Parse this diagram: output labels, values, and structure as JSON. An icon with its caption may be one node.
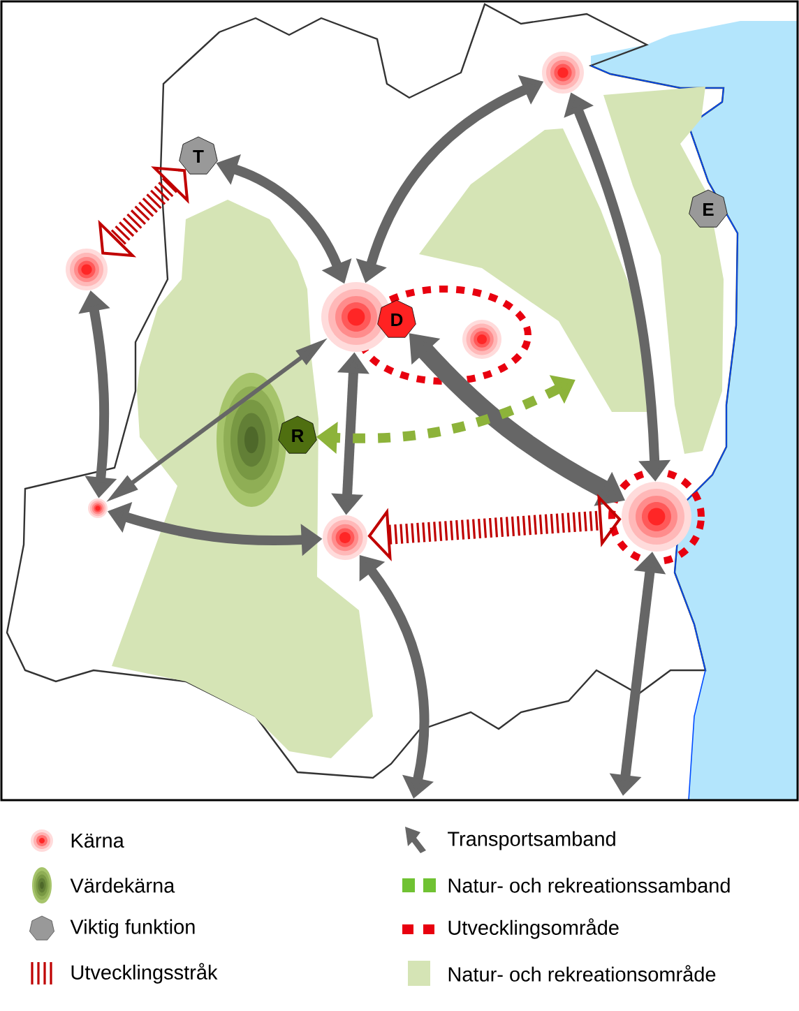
{
  "diagram": {
    "nodes": [
      {
        "text": [
          "T"
        ]
      },
      {
        "text": [],
        "shape": "circle"
      },
      {
        "text": [],
        "shape": "circle"
      },
      {
        "text": [
          "D"
        ]
      },
      {
        "text": [],
        "shape": "circle"
      },
      {
        "text": [],
        "shape": "circle"
      },
      {
        "text": [
          "E"
        ]
      },
      {
        "text": [],
        "shape": "circle"
      },
      {
        "text": [
          "R"
        ]
      },
      {
        "text": [],
        "shape": "circle"
      },
      {
        "text": [],
        "shape": "circle"
      }
    ],
    "edges": [
      {
        "from": 0,
        "to": 2,
        "arrow": "both"
      },
      {
        "from": 0,
        "to": 1,
        "arrow": "both",
        "style": "dashed",
        "color": "#c00000"
      },
      {
        "from": 1,
        "to": 7,
        "arrow": "both"
      },
      {
        "from": 2,
        "to": 7,
        "arrow": "both"
      },
      {
        "from": 7,
        "to": 10,
        "arrow": "both"
      },
      {
        "from": 2,
        "to": 10,
        "arrow": "both"
      },
      {
        "from": 2,
        "to": 5,
        "arrow": "both"
      },
      {
        "from": 5,
        "to": 9,
        "arrow": "both"
      },
      {
        "from": 9,
        "to": 3,
        "arrow": "both",
        "style": "thick"
      },
      {
        "from": null,
        "to": 8,
        "arrow": "both",
        "style": "dashed",
        "color": "#8db33a"
      },
      {
        "from": 10,
        "to": 9,
        "arrow": "both",
        "style": "dashed",
        "color": "#c00000"
      },
      {
        "from": 10,
        "to": null,
        "arrow": "both"
      },
      {
        "from": 9,
        "to": null,
        "arrow": "both"
      }
    ],
    "legend": [
      {
        "text": "Kärna"
      },
      {
        "text": "Transportsamband"
      },
      {
        "text": "Värdekärna"
      },
      {
        "text": "Natur- och rekreationssamband"
      },
      {
        "text": "Viktig funktion"
      },
      {
        "text": "Utvecklingsområde"
      },
      {
        "text": "Utvecklingsstråk"
      },
      {
        "text": "Natur- och rekreationsområde",
        "color": "#d5e4b5"
      }
    ]
  }
}
